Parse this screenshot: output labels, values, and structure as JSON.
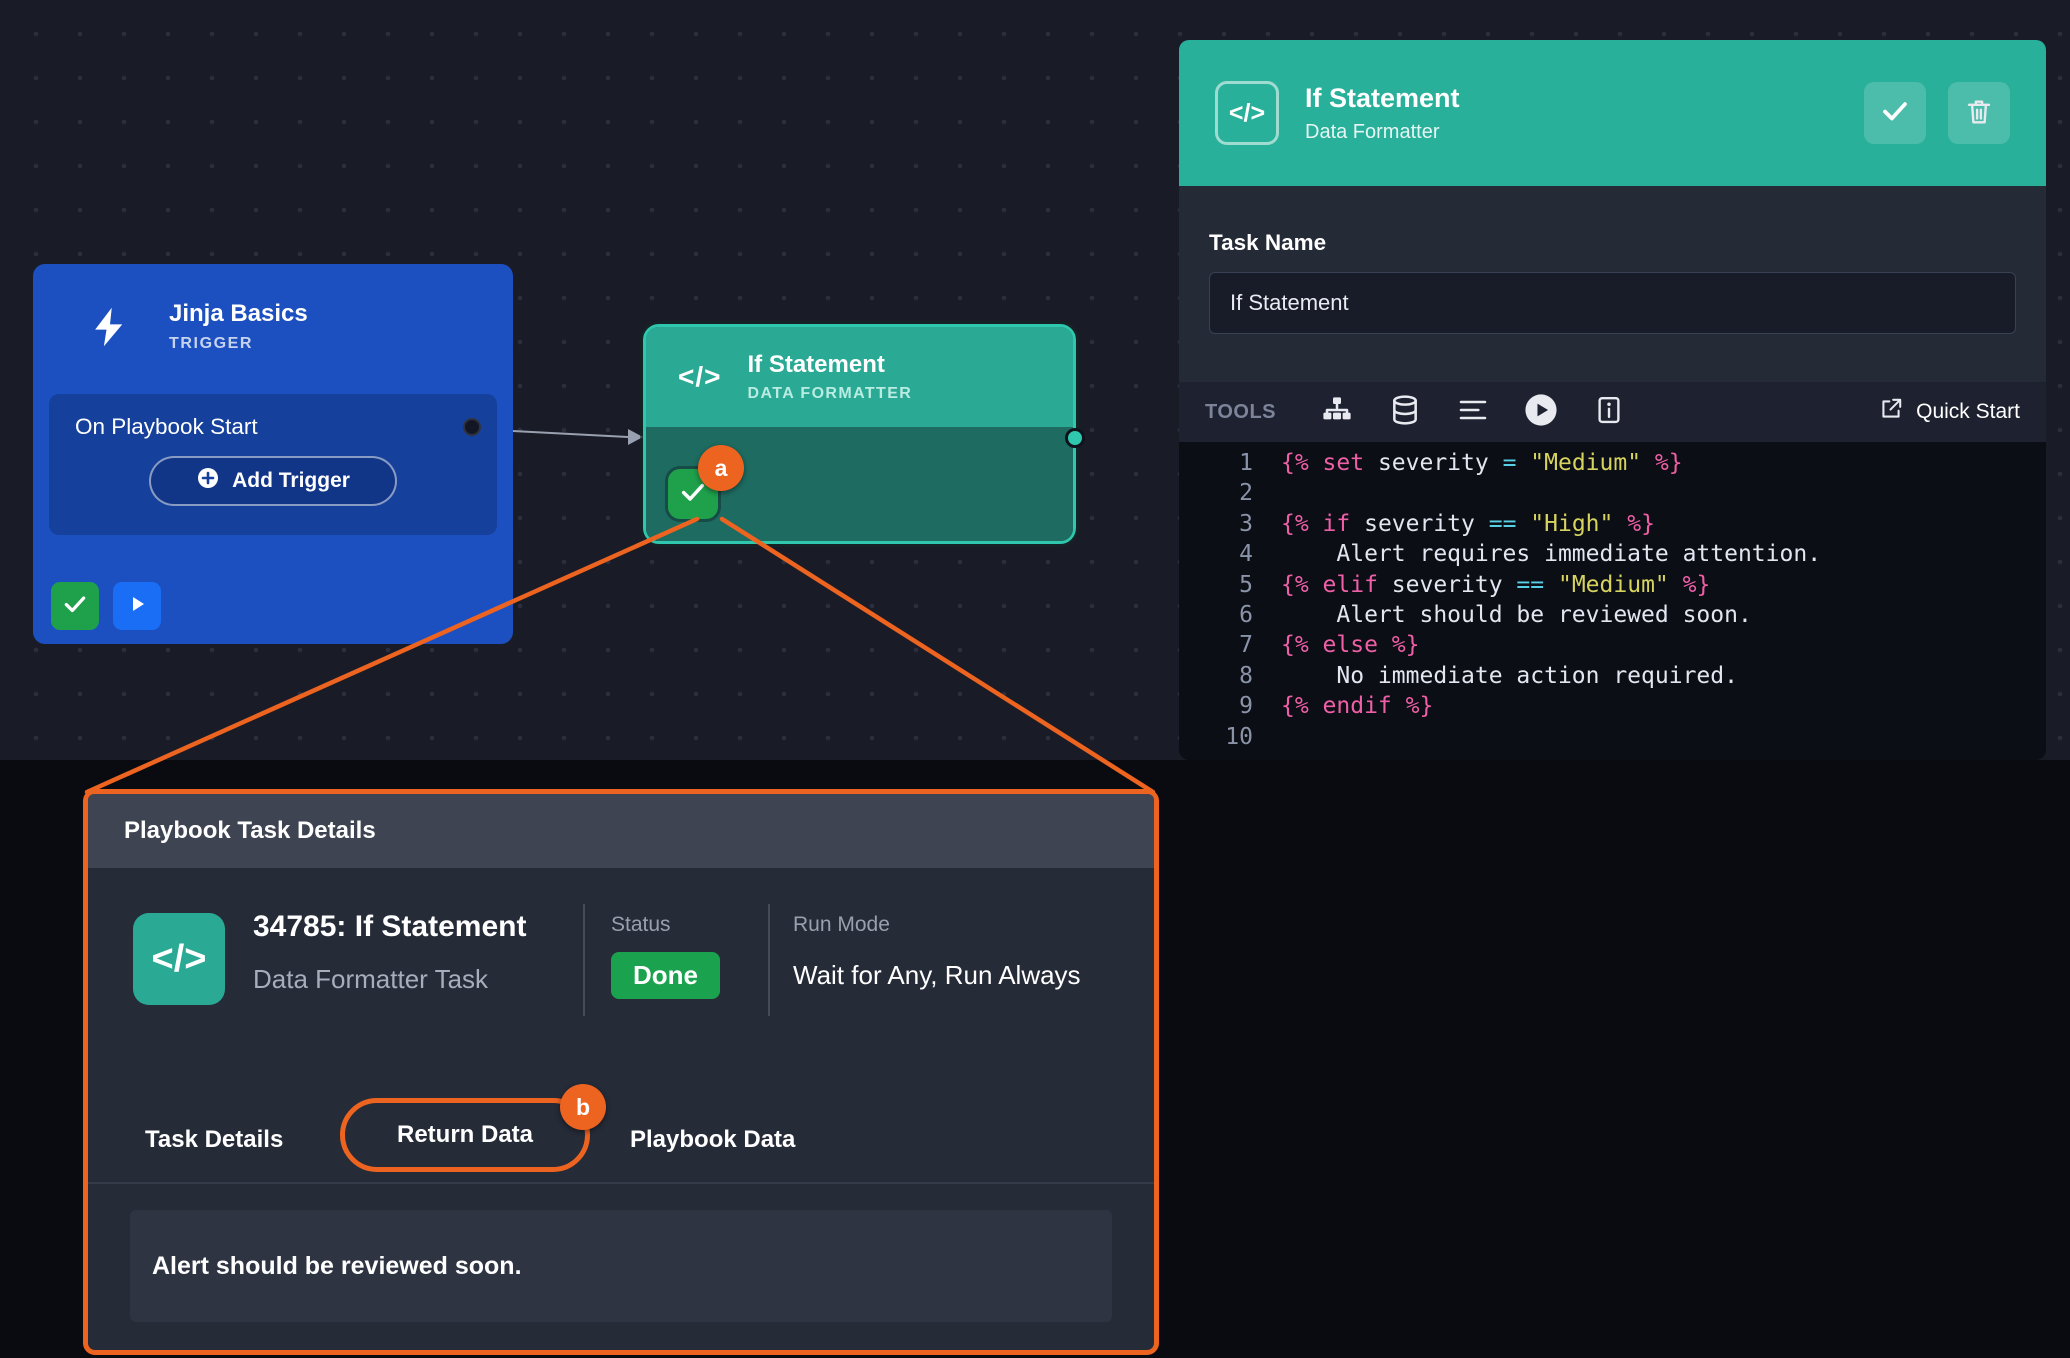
{
  "theme": {
    "canvas_bg": "#191c27",
    "canvas_dot": "#2b2f3d",
    "dark_bg": "#0a0b10",
    "blue_card": "#1c50c0",
    "blue_inner": "#15409c",
    "blue_play": "#1a6ef5",
    "teal": "#2aa994",
    "teal_dark": "#1e6c61",
    "teal_bright": "#2fc7ad",
    "teal_header": "#29b09a",
    "green": "#1fa14c",
    "green_badge": "#1ba24e",
    "orange": "#ed6320",
    "panel_bg": "#252a37",
    "toolbar_bg": "#1d2130",
    "code_bg": "#0c0e15",
    "input_bg": "#181c28",
    "input_border": "#3a4152",
    "modal_bg": "#262b38",
    "modal_header_bg": "#3f4452",
    "inset_bg": "#2e3441",
    "divider": "#454b59",
    "pink": "#ef5fa7",
    "yellow": "#d6d35f",
    "cyan": "#5ad0e6",
    "code_plain": "#e2e6f0",
    "line_no": "#8a93a7"
  },
  "canvas": {
    "trigger": {
      "title": "Jinja Basics",
      "type_label": "TRIGGER",
      "start_label": "On Playbook Start",
      "add_button": "Add Trigger"
    },
    "node": {
      "icon": "</>",
      "title": "If Statement",
      "type_label": "DATA FORMATTER"
    },
    "badge_a": "a",
    "badge_b": "b"
  },
  "panel": {
    "header": {
      "icon": "</>",
      "title": "If Statement",
      "subtitle": "Data Formatter"
    },
    "task_name": {
      "label": "Task Name",
      "value": "If Statement"
    },
    "toolbar": {
      "tools_label": "TOOLS",
      "quick_start_label": "Quick Start"
    },
    "code": {
      "lines": [
        {
          "no": 1,
          "tokens": [
            [
              "d",
              "{% "
            ],
            [
              "k",
              "set"
            ],
            [
              "p",
              " severity "
            ],
            [
              "o",
              "="
            ],
            [
              "p",
              " "
            ],
            [
              "s",
              "\"Medium\""
            ],
            [
              "d",
              " %}"
            ]
          ]
        },
        {
          "no": 2,
          "tokens": []
        },
        {
          "no": 3,
          "tokens": [
            [
              "d",
              "{% "
            ],
            [
              "k",
              "if"
            ],
            [
              "p",
              " severity "
            ],
            [
              "o",
              "=="
            ],
            [
              "p",
              " "
            ],
            [
              "s",
              "\"High\""
            ],
            [
              "d",
              " %}"
            ]
          ]
        },
        {
          "no": 4,
          "tokens": [
            [
              "p",
              "    Alert requires immediate attention."
            ]
          ]
        },
        {
          "no": 5,
          "tokens": [
            [
              "d",
              "{% "
            ],
            [
              "k",
              "elif"
            ],
            [
              "p",
              " severity "
            ],
            [
              "o",
              "=="
            ],
            [
              "p",
              " "
            ],
            [
              "s",
              "\"Medium\""
            ],
            [
              "d",
              " %}"
            ]
          ]
        },
        {
          "no": 6,
          "tokens": [
            [
              "p",
              "    Alert should be reviewed soon."
            ]
          ]
        },
        {
          "no": 7,
          "tokens": [
            [
              "d",
              "{% "
            ],
            [
              "k",
              "else"
            ],
            [
              "d",
              " %}"
            ]
          ]
        },
        {
          "no": 8,
          "tokens": [
            [
              "p",
              "    No immediate action required."
            ]
          ]
        },
        {
          "no": 9,
          "tokens": [
            [
              "d",
              "{% "
            ],
            [
              "k",
              "endif"
            ],
            [
              "d",
              " %}"
            ]
          ]
        },
        {
          "no": 10,
          "tokens": []
        }
      ]
    }
  },
  "modal": {
    "title": "Playbook Task Details",
    "icon": "</>",
    "task_title": "34785: If Statement",
    "task_subtitle": "Data Formatter Task",
    "status_label": "Status",
    "status_value": "Done",
    "run_mode_label": "Run Mode",
    "run_mode_value": "Wait for Any, Run Always",
    "tabs": [
      "Task Details",
      "Return Data",
      "Playbook Data"
    ],
    "return_data_text": "Alert should be reviewed soon."
  }
}
